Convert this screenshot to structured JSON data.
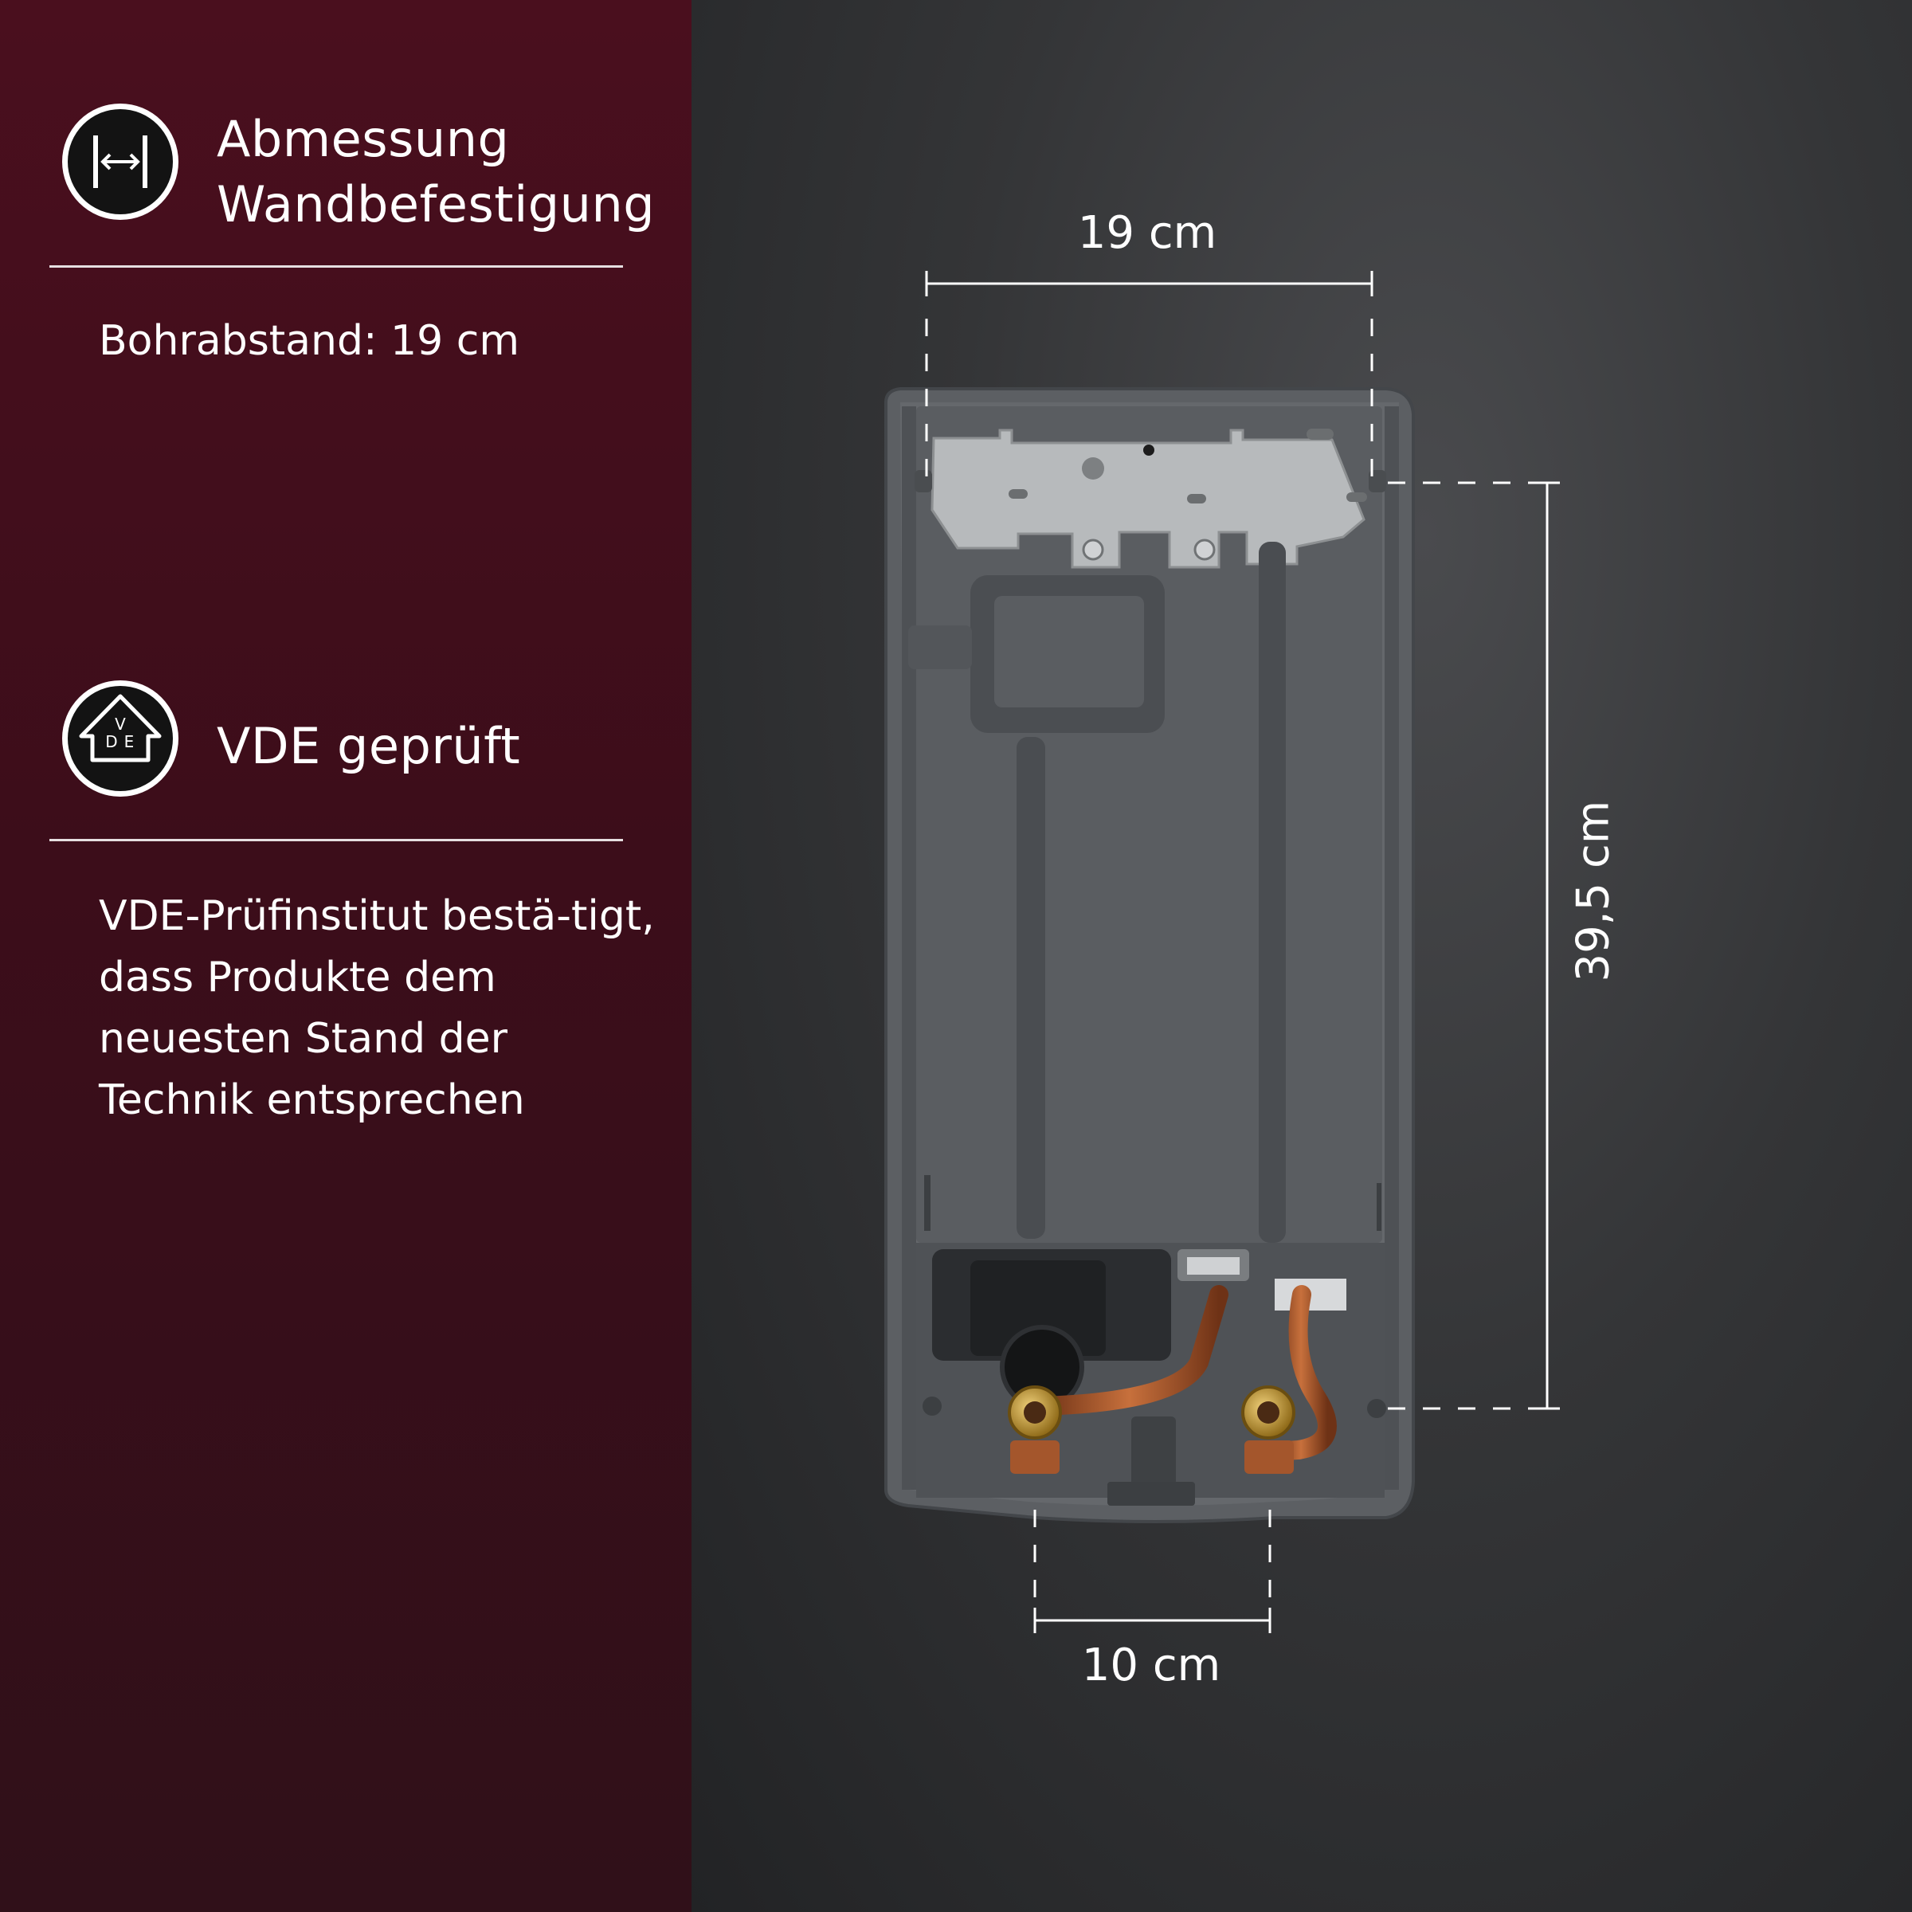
{
  "features": [
    {
      "icon": "width-dimension-icon",
      "title_line1": "Abmessung",
      "title_line2": "Wandbefestigung",
      "text": "Bohrabstand: 19 cm"
    },
    {
      "icon": "vde-certification-icon",
      "title": "VDE geprüft",
      "text": "VDE-Prüfinstitut bestä-tigt, dass Produkte dem neuesten Stand der Technik entsprechen",
      "icon_letters": "VDE"
    }
  ],
  "dimensions": {
    "top_width": "19 cm",
    "height": "39,5 cm",
    "bottom_width": "10 cm"
  },
  "colors": {
    "sidebar": "#3c0d1a",
    "background": "#333436",
    "device": "#5a5d61",
    "bracket": "#b9bcbe",
    "copper": "#a4562c",
    "brass": "#c8992d"
  }
}
